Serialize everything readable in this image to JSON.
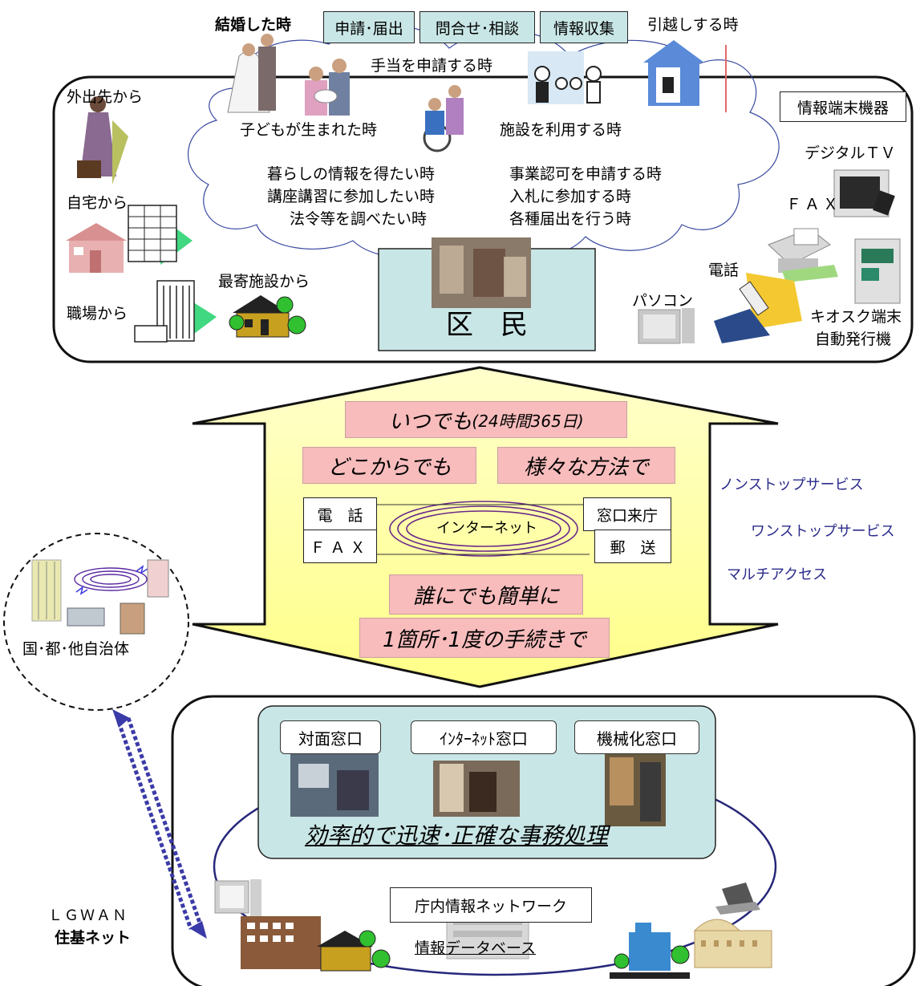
{
  "top": {
    "tabs": [
      "申請･届出",
      "問合せ･相談",
      "情報収集"
    ],
    "events": {
      "marriage": "結婚した時",
      "moving": "引越しする時",
      "allowance": "手当を申請する時",
      "birth": "子どもが生まれた時",
      "facility_use": "施設を利用する時",
      "life_info": "暮らしの情報を得たい時",
      "course": "講座講習に参加したい時",
      "law": "法令等を調べたい時",
      "business": "事業認可を申請する時",
      "bid": "入札に参加する時",
      "notice": "各種届出を行う時"
    },
    "places": {
      "outside": "外出先から",
      "home": "自宅から",
      "work": "職場から",
      "nearest": "最寄施設から"
    },
    "devices": {
      "title": "情報端末機器",
      "digital_tv": "デジタルＴＶ",
      "fax": "ＦＡＸ",
      "phone": "電話",
      "pc": "パソコン",
      "kiosk": "キオスク端末",
      "kiosk2": "自動発行機"
    },
    "residents": "区　民"
  },
  "arrow": {
    "anytime": "いつでも",
    "anytime_sub": "(24時間365日)",
    "anywhere": "どこからでも",
    "various": "様々な方法で",
    "phone": "電　話",
    "fax": "ＦＡＸ",
    "internet": "インターネット",
    "visit": "窓口来庁",
    "mail": "郵　送",
    "easy": "誰にでも簡単に",
    "one_stop": "1箇所･1度の手続きで"
  },
  "services": {
    "nonstop": "ノンストップサービス",
    "onestop": "ワンストップサービス",
    "multi": "マルチアクセス"
  },
  "bottom": {
    "counters": [
      "対面窓口",
      "ｲﾝﾀｰﾈｯﾄ窓口",
      "機械化窓口"
    ],
    "efficient": "効率的で迅速･正確な事務処理",
    "network": "庁内情報ネットワーク",
    "database": "情報データベース",
    "gov": "国･都･他自治体",
    "lgwan": "ＬＧＷＡＮ",
    "juki": "住基ネット"
  },
  "colors": {
    "arrow_fill": "#ffff99",
    "pink": "#f8bcbc",
    "teal": "#c9e6e6",
    "service_text": "#2b2b8c"
  }
}
